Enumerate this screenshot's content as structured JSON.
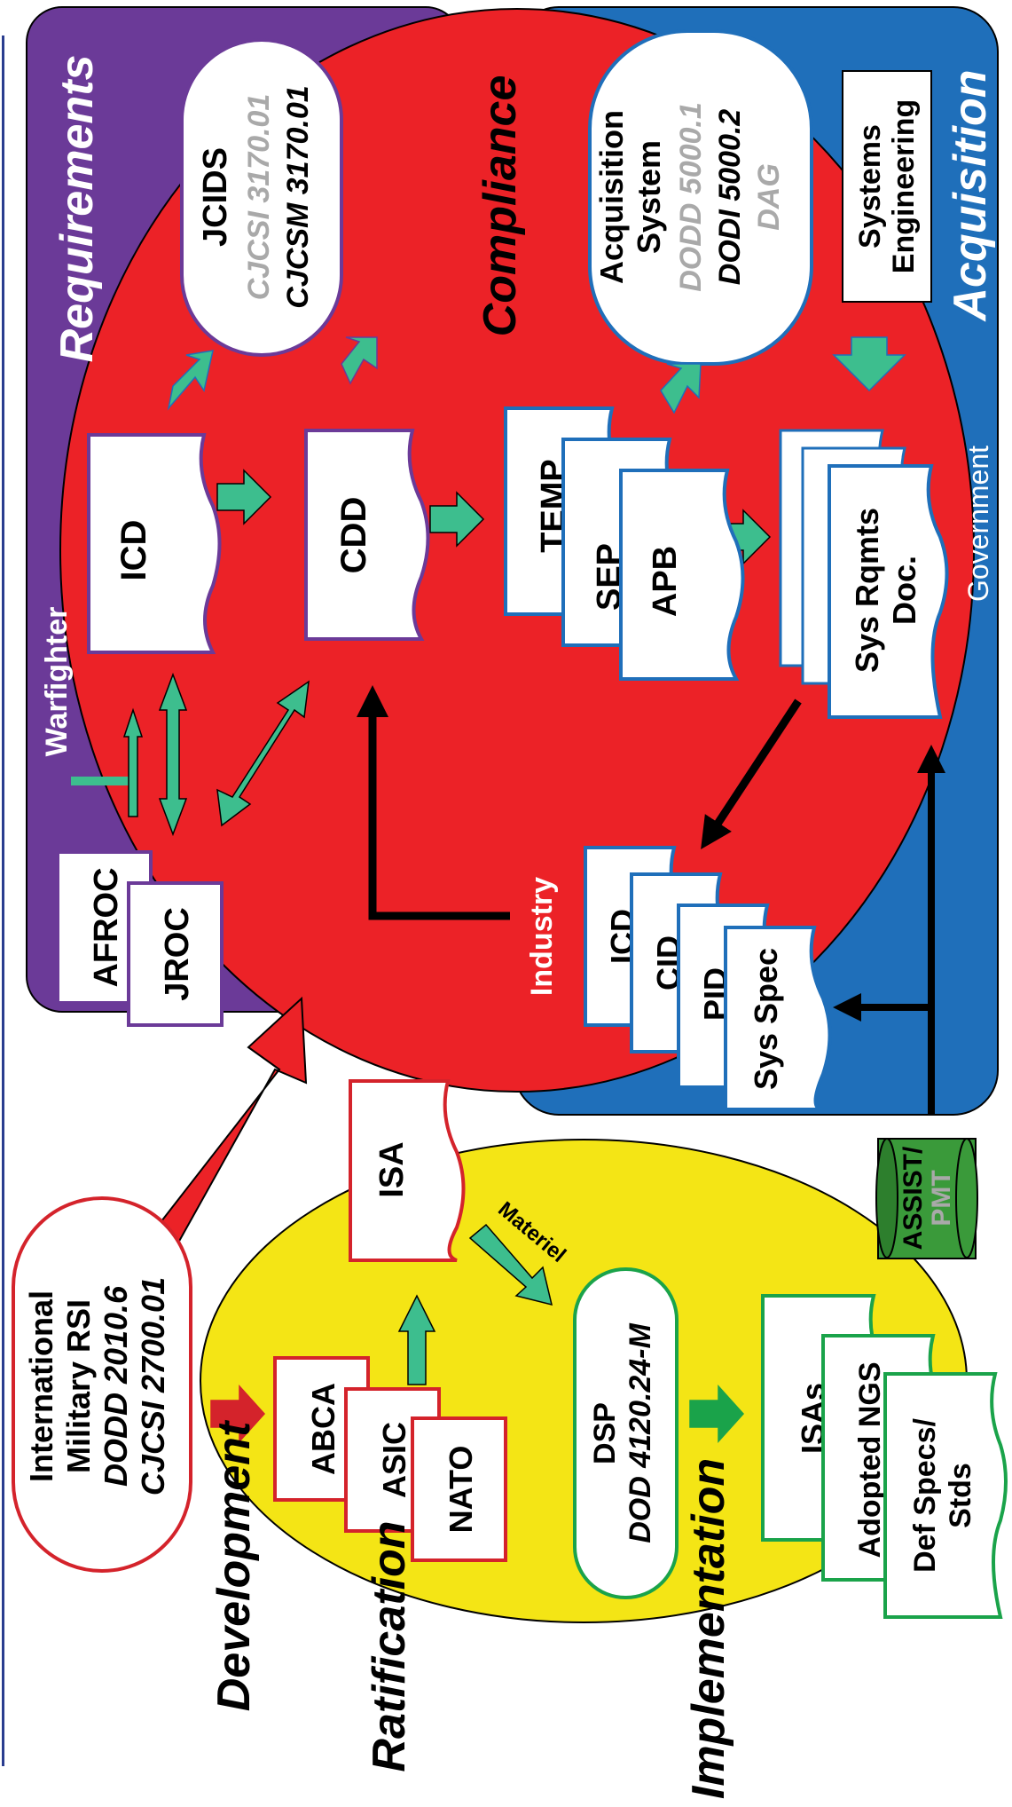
{
  "colors": {
    "requirements": "#6b3a98",
    "acquisition": "#1f6fba",
    "compliance": "#ec2227",
    "standards": "#f4e515",
    "arrow_teal": "#3dbe8e",
    "arrow_green": "#1aa34a",
    "arrow_red": "#ec2227"
  },
  "regions": {
    "requirements": "Requirements",
    "acquisition": "Acquisition",
    "compliance": "Compliance",
    "warfighter": "Warfighter",
    "government": "Government",
    "industry": "Industry",
    "materiel": "Materiel"
  },
  "stages": {
    "development": "Development",
    "ratification": "Ratification",
    "implementation": "Implementation"
  },
  "bubbles": {
    "jcids": {
      "line1": "JCIDS",
      "line2": "CJCSI 3170.01",
      "line3": "CJCSM 3170.01"
    },
    "acq": {
      "line1": "Acquisition",
      "line2": "System",
      "line3": "DODD 5000.1",
      "line4": "DODI 5000.2",
      "line5": "DAG"
    },
    "rsi": {
      "line1": "International",
      "line2": "Military RSI",
      "line3": "DODD 2010.6",
      "line4": "CJCSI 2700.01"
    },
    "dsp": {
      "line1": "DSP",
      "line2": "DOD 4120.24-M"
    }
  },
  "docs": {
    "icd": "ICD",
    "cdd": "CDD",
    "temp": "TEMP",
    "sep": "SEP",
    "apb": "APB",
    "sysrqmts1": "Sys Rqmts",
    "sysrqmts2": "Doc.",
    "sys_eng1": "Systems",
    "sys_eng2": "Engineering",
    "afroc": "AFROC",
    "jroc": "JROC",
    "ind_icd": "ICD",
    "cid": "CID",
    "pid": "PID",
    "sysspec": "Sys Spec",
    "isa": "ISA",
    "abca": "ABCA",
    "asic": "ASIC",
    "nato": "NATO",
    "isas": "ISAs",
    "adopted": "Adopted NGS",
    "defspecs1": "Def Specs/",
    "defspecs2": "Stds"
  },
  "db": {
    "line1": "ASSIST/",
    "line2": "PMT"
  }
}
